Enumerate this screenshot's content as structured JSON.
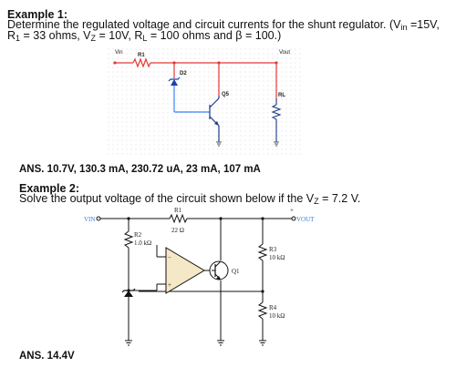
{
  "example1": {
    "title": "Example 1:",
    "line1_a": "Determine the regulated voltage and circuit currents for the shunt regulator. (V",
    "line1_sub": "in",
    "line1_b": " =15V,",
    "line2_r": "R",
    "line2_r_sub": "1",
    "line2_a": " = 33 ohms, V",
    "line2_z_sub": "Z",
    "line2_b": " = 10V, R",
    "line2_l_sub": "L",
    "line2_c": " = 100 ohms and β = 100.)",
    "circuit": {
      "vin": "Vin",
      "vout": "Vout",
      "r1": "R1",
      "d2": "D2",
      "q5": "Q5",
      "rl": "RL"
    },
    "answer": "ANS. 10.7V, 130.3 mA, 230.72 uA, 23 mA, 107 mA"
  },
  "example2": {
    "title": "Example 2:",
    "line_a": "Solve the output voltage of the circuit shown below if the V",
    "line_sub": "Z",
    "line_b": " = 7.2 V.",
    "circuit": {
      "vin": "VIN",
      "vout": "VOUT",
      "plus": "+",
      "r1": "R1",
      "r1_val": "22 Ω",
      "r2": "R2",
      "r2_val": "1.0 kΩ",
      "r3": "R3",
      "r3_val": "10 kΩ",
      "r4": "R4",
      "r4_val": "10 kΩ",
      "q1": "Q1",
      "minus_in": "−",
      "plus_in": "+"
    },
    "answer": "ANS. 14.4V"
  }
}
